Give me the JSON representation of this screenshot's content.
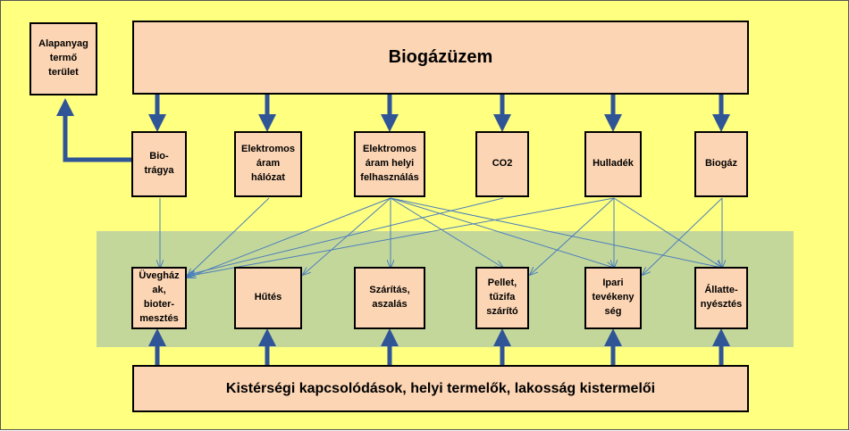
{
  "colors": {
    "background": "#FFFF80",
    "band": "#C4D79B",
    "box_fill": "#FCD5B4",
    "thick_arrow": "#2F5597",
    "thin_arrow": "#4A7EBB"
  },
  "nodes": {
    "alapanyag": "Alapanyag\ntermő\nterület",
    "biogazuzem": "Biogázüzem",
    "biotragya": "Bio-\ntrágya",
    "elektromos_halozat": "Elektromos\náram\nhálózat",
    "elektromos_helyi": "Elektromos\náram helyi\nfelhasználás",
    "co2": "CO2",
    "hulladek": "Hulladék",
    "biogaz": "Biogáz",
    "uveghaz": "Üvegház\nak,\nbioter-\nmesztés",
    "hutes": "Hűtés",
    "szaritas": "Szárítás,\naszalás",
    "pellet": "Pellet,\ntűzifa\nszárító",
    "ipari": "Ipari\ntevékeny\nség",
    "allattenyesztes": "Állatte-\nnyésztés",
    "kisterseg": "Kistérségi kapcsolódások, helyi termelők, lakosság kistermelői"
  },
  "edges": [
    [
      "biotragya",
      "uveghaz"
    ],
    [
      "elektromos_halozat",
      "uveghaz"
    ],
    [
      "elektromos_helyi",
      "uveghaz"
    ],
    [
      "elektromos_helyi",
      "hutes"
    ],
    [
      "elektromos_helyi",
      "szaritas"
    ],
    [
      "elektromos_helyi",
      "pellet"
    ],
    [
      "elektromos_helyi",
      "ipari"
    ],
    [
      "elektromos_helyi",
      "allattenyesztes"
    ],
    [
      "co2",
      "uveghaz"
    ],
    [
      "hulladek",
      "uveghaz"
    ],
    [
      "hulladek",
      "pellet"
    ],
    [
      "hulladek",
      "ipari"
    ],
    [
      "hulladek",
      "allattenyesztes"
    ],
    [
      "biogaz",
      "ipari"
    ],
    [
      "biogaz",
      "allattenyesztes"
    ]
  ]
}
